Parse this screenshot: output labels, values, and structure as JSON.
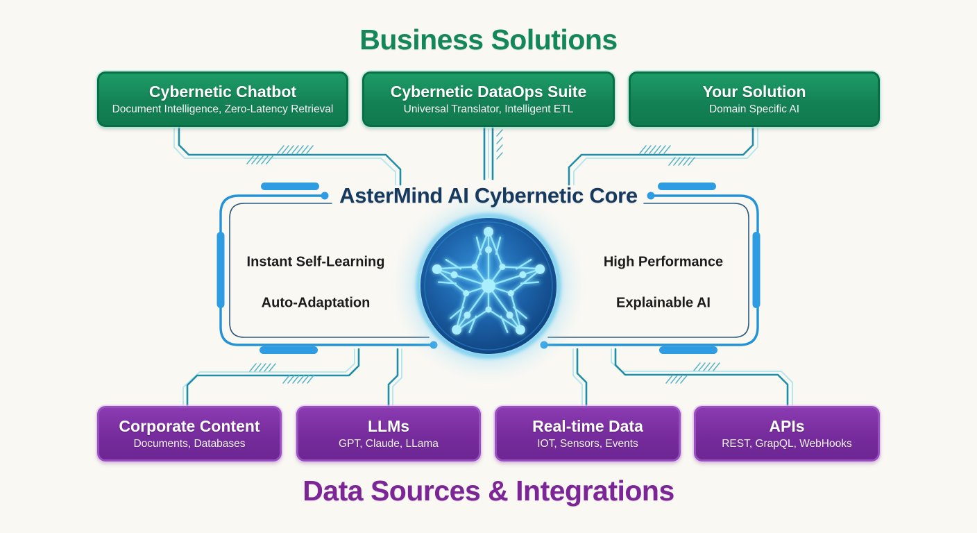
{
  "diagram": {
    "top": {
      "title": "Business Solutions",
      "boxes": [
        {
          "title": "Cybernetic Chatbot",
          "subtitle": "Document Intelligence, Zero-Latency Retrieval"
        },
        {
          "title": "Cybernetic DataOps Suite",
          "subtitle": "Universal Translator, Intelligent ETL"
        },
        {
          "title": "Your Solution",
          "subtitle": "Domain Specific AI"
        }
      ]
    },
    "core": {
      "title": "AsterMind AI Cybernetic Core",
      "features_left": [
        "Instant Self-Learning",
        "Auto-Adaptation"
      ],
      "features_right": [
        "High Performance",
        "Explainable AI"
      ]
    },
    "bottom": {
      "title": "Data Sources & Integrations",
      "boxes": [
        {
          "title": "Corporate Content",
          "subtitle": "Documents, Databases"
        },
        {
          "title": "LLMs",
          "subtitle": "GPT, Claude, LLama"
        },
        {
          "title": "Real-time Data",
          "subtitle": "IOT, Sensors, Events"
        },
        {
          "title": "APIs",
          "subtitle": "REST, GrapQL, WebHooks"
        }
      ]
    },
    "colors": {
      "solution_green": "#14875a",
      "integration_purple": "#7c2597",
      "core_navy": "#15395f",
      "accent_blue": "#2e9ce3",
      "trace_teal": "#1e8ea6"
    }
  }
}
